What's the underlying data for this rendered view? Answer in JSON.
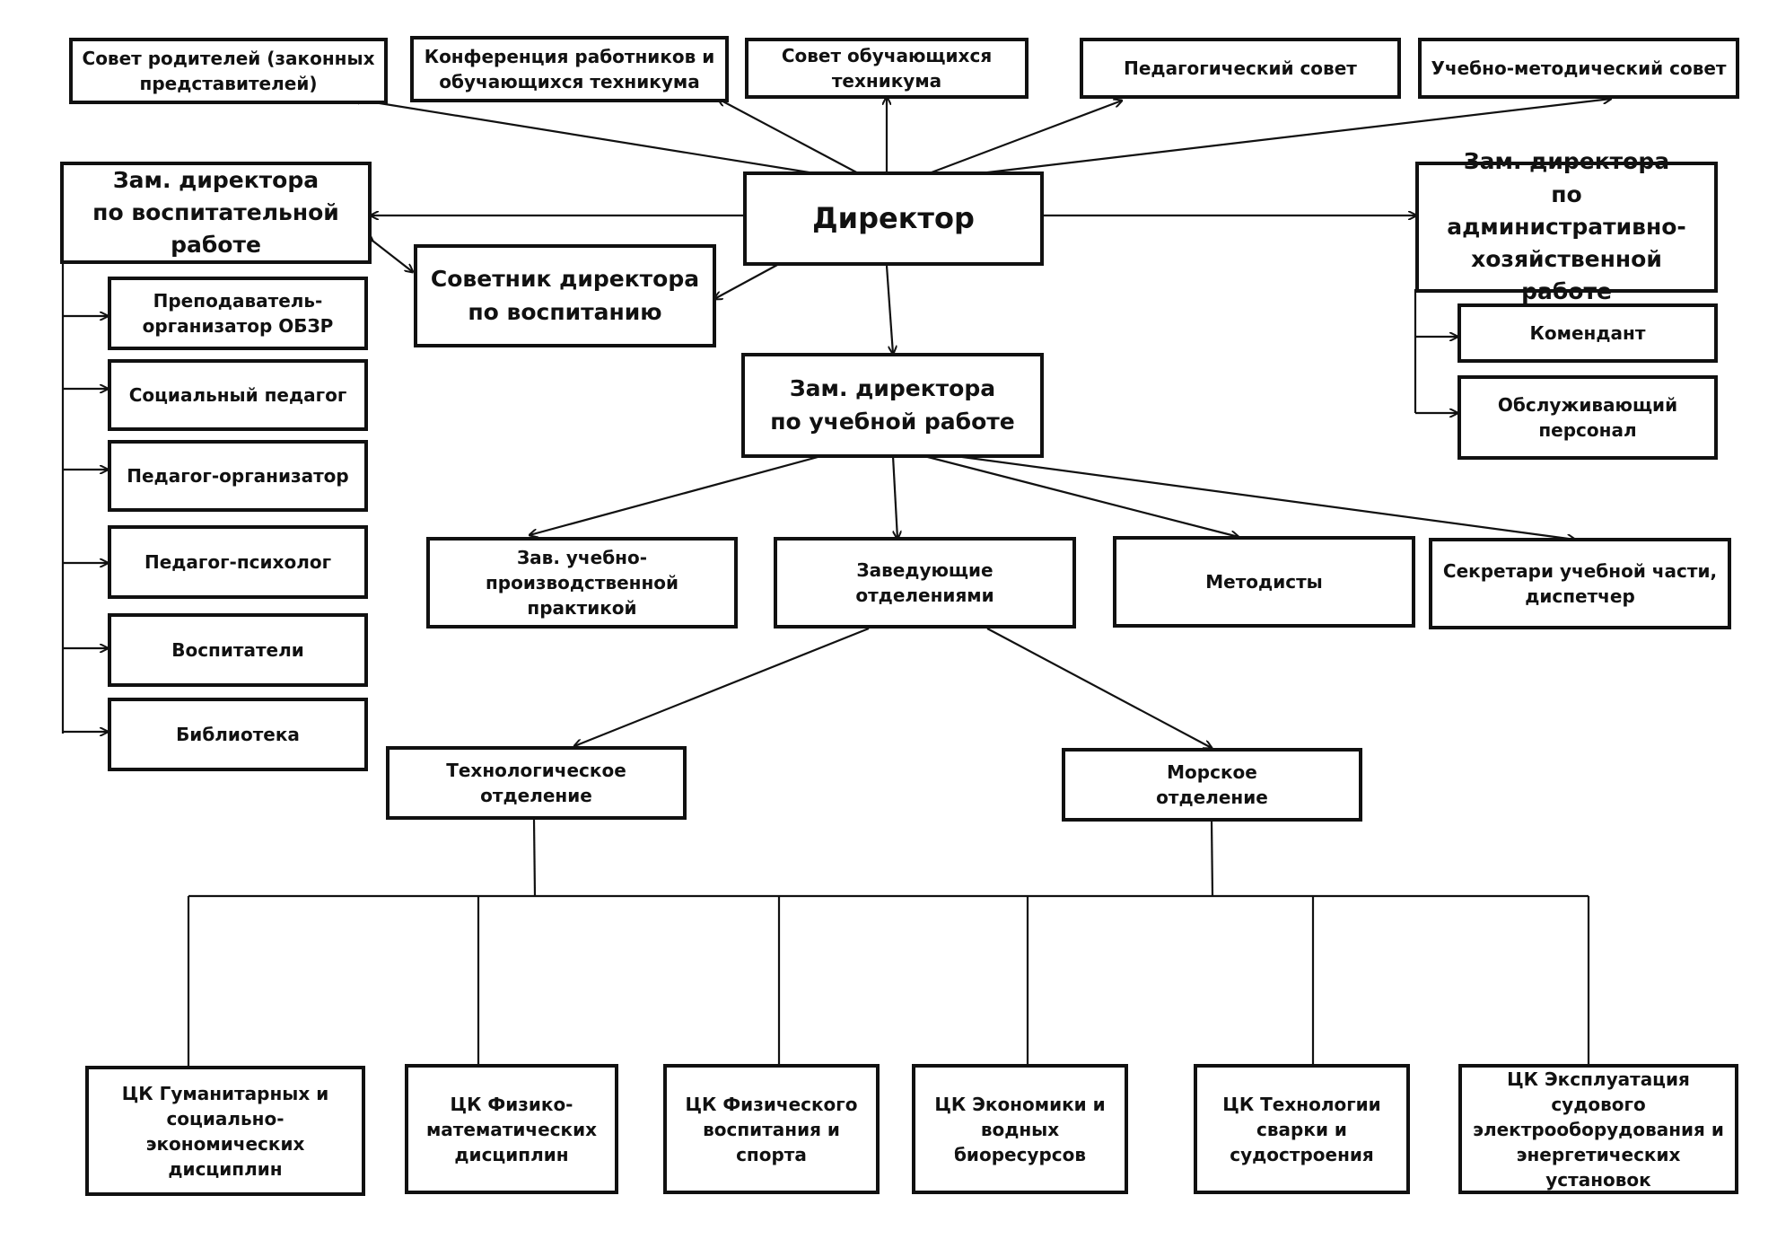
{
  "nodes": {
    "parents_council": "Совет родителей (законных\nпредставителей)",
    "conference": "Конференция работников и\nобучающихся техникума",
    "students_council": "Совет обучающихся техникума",
    "pedagogical_council": "Педагогический совет",
    "methodical_council": "Учебно-методический совет",
    "director": "Директор",
    "deputy_education": "Зам. директора\nпо воспитательной работе",
    "advisor": "Советник директора\nпо воспитанию",
    "deputy_admin": "Зам. директора\nпо административно-\nхозяйственной работе",
    "commandant": "Комендант",
    "service_staff": "Обслуживающий\nперсонал",
    "deputy_academic": "Зам. директора\nпо учебной работе",
    "obzr_teacher": "Преподаватель-\nорганизатор ОБЗР",
    "social_teacher": "Социальный педагог",
    "teacher_organizer": "Педагог-организатор",
    "psychologist": "Педагог-психолог",
    "educators": "Воспитатели",
    "library": "Библиотека",
    "practice_head": "Зав. учебно-\nпроизводственной практикой",
    "dept_heads": "Заведующие отделениями",
    "methodists": "Методисты",
    "secretaries": "Секретари учебной части,\nдиспетчер",
    "tech_dept": "Технологическое\nотделение",
    "marine_dept": "Морское\nотделение",
    "ck_humanities": "ЦК Гуманитарных и\nсоциально-экономических\nдисциплин",
    "ck_physmath": "ЦК Физико-\nматематических\nдисциплин",
    "ck_sport": "ЦК Физического\nвоспитания и\nспорта",
    "ck_economics": "ЦК Экономики и\nводных\nбиоресурсов",
    "ck_welding": "ЦК Технологии\nсварки и\nсудостроения",
    "ck_marine_power": "ЦК Эксплуатация судового\nэлектрооборудования и\nэнергетических установок"
  }
}
